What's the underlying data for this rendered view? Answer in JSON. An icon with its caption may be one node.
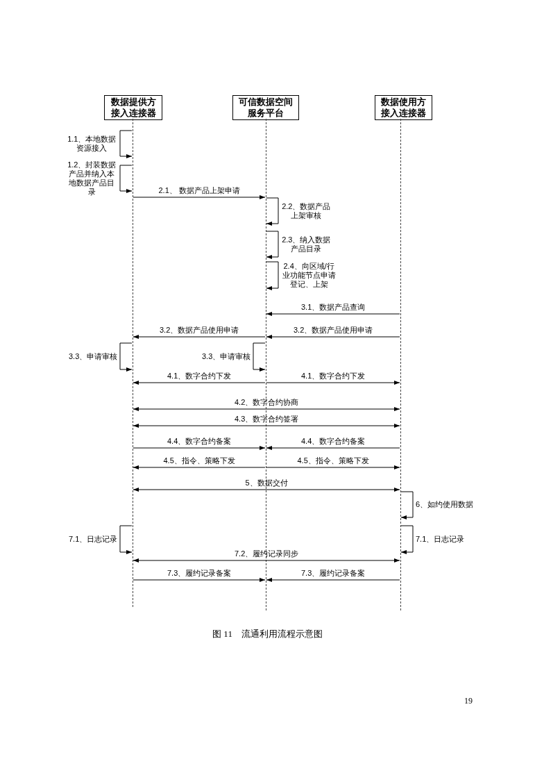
{
  "diagram": {
    "caption": "图 11　流通利用流程示意图",
    "nodes": [
      {
        "text": [
          "数据提供方接入连接器"
        ]
      },
      {
        "text": [
          "可信数据空间服务平台"
        ]
      },
      {
        "text": [
          "数据使用方接入连接器"
        ]
      },
      {
        "text": [],
        "shape": "line"
      },
      {
        "text": [],
        "shape": "line"
      },
      {
        "text": [],
        "shape": "line"
      }
    ],
    "edges": [
      {
        "from": 3,
        "to": 3,
        "arrow": "to",
        "label": "1.1、本地数据资源接入"
      },
      {
        "from": 3,
        "to": 3,
        "arrow": "to",
        "label": "1.2、封装数据产品并纳入本地数据产品目录"
      },
      {
        "from": 3,
        "to": 4,
        "arrow": "to",
        "label": "2.1、 数据产品上架申请"
      },
      {
        "from": 4,
        "to": 4,
        "arrow": "to",
        "label": "2.2、数据产品上架审核"
      },
      {
        "from": 4,
        "to": 4,
        "arrow": "to",
        "label": "2.3、纳入数据产品目录"
      },
      {
        "from": 4,
        "to": 4,
        "arrow": "to",
        "label": "2.4、向区域/行业功能节点申请登记、上架"
      },
      {
        "from": 5,
        "to": 4,
        "arrow": "to",
        "label": "3.1、数据产品查询"
      },
      {
        "from": 4,
        "to": 3,
        "arrow": "to",
        "label": "3.2、数据产品使用申请"
      },
      {
        "from": 5,
        "to": 4,
        "arrow": "to",
        "label": "3.2、数据产品使用申请"
      },
      {
        "from": 3,
        "to": 3,
        "arrow": "to",
        "label": "3.3、申请审核"
      },
      {
        "from": 4,
        "to": 4,
        "arrow": "to",
        "label": "3.3、申请审核"
      },
      {
        "from": 4,
        "to": 3,
        "arrow": "to",
        "label": "4.1、数字合约下发"
      },
      {
        "from": 4,
        "to": 5,
        "arrow": "to",
        "label": "4.1、数字合约下发"
      },
      {
        "from": 3,
        "to": 5,
        "arrow": "both",
        "label": "4.2、数字合约协商"
      },
      {
        "from": 3,
        "to": 5,
        "arrow": "both",
        "label": "4.3、数字合约签署"
      },
      {
        "from": 3,
        "to": 4,
        "arrow": "to",
        "label": "4.4、数字合约备案"
      },
      {
        "from": 5,
        "to": 4,
        "arrow": "to",
        "label": "4.4、数字合约备案"
      },
      {
        "from": 4,
        "to": 3,
        "arrow": "to",
        "label": "4.5、指令、策略下发"
      },
      {
        "from": 4,
        "to": 5,
        "arrow": "to",
        "label": "4.5、指令、策略下发"
      },
      {
        "from": 3,
        "to": 5,
        "arrow": "both",
        "label": "5、数据交付"
      },
      {
        "from": 5,
        "to": 5,
        "arrow": "to",
        "label": "6、如约使用数据"
      },
      {
        "from": 3,
        "to": 3,
        "arrow": "to",
        "label": "7.1、日志记录"
      },
      {
        "from": 5,
        "to": 5,
        "arrow": "to",
        "label": "7.1、日志记录"
      },
      {
        "from": 3,
        "to": 5,
        "arrow": "both",
        "label": "7.2、履约记录同步"
      },
      {
        "from": 3,
        "to": 4,
        "arrow": "to",
        "label": "7.3、履约记录备案"
      },
      {
        "from": 5,
        "to": 4,
        "arrow": "to",
        "label": "7.3、履约记录备案"
      }
    ],
    "labels": [
      "19"
    ]
  }
}
